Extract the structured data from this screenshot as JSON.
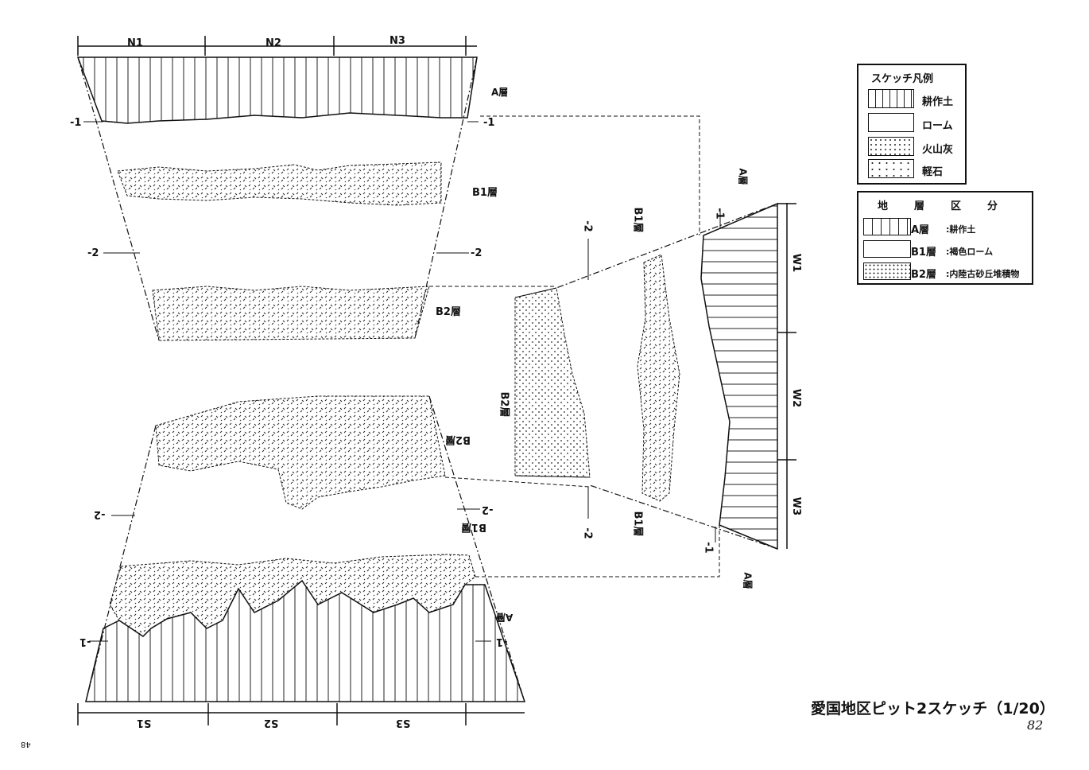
{
  "north": {
    "sections": [
      "N1",
      "N2",
      "N3"
    ],
    "depth_left": [
      "-1",
      "-2"
    ],
    "depth_right": [
      "-1",
      "-2"
    ],
    "layers": [
      "A層",
      "B1層",
      "B2層"
    ]
  },
  "south": {
    "sections": [
      "S1",
      "S2",
      "S3"
    ],
    "depth_left": [
      "-1",
      "-2"
    ],
    "depth_right": [
      "-1",
      "-2"
    ],
    "layers": [
      "A層",
      "B1層",
      "B2層"
    ]
  },
  "west": {
    "sections": [
      "W1",
      "W2",
      "W3"
    ],
    "depth_top": [
      "-1",
      "-2"
    ],
    "depth_bottom": [
      "-1",
      "-2"
    ],
    "layers_top": [
      "A層",
      "B1層"
    ],
    "layers_mid": [
      "B2層"
    ],
    "layers_bottom": [
      "B1層",
      "A層"
    ]
  },
  "legend_sketch": {
    "title": "スケッチ凡例",
    "items": [
      "耕作土",
      "ローム",
      "火山灰",
      "軽石"
    ]
  },
  "legend_strata": {
    "title": [
      "地",
      "層",
      "区",
      "分"
    ],
    "items": [
      {
        "layer": "A層",
        "desc": ":耕作土"
      },
      {
        "layer": "B1層",
        "desc": ":褐色ローム"
      },
      {
        "layer": "B2層",
        "desc": ":内陸古砂丘堆積物"
      }
    ]
  },
  "caption": "愛国地区ピット2スケッチ（1/20）",
  "page_note": "82",
  "margin_mark": "48"
}
